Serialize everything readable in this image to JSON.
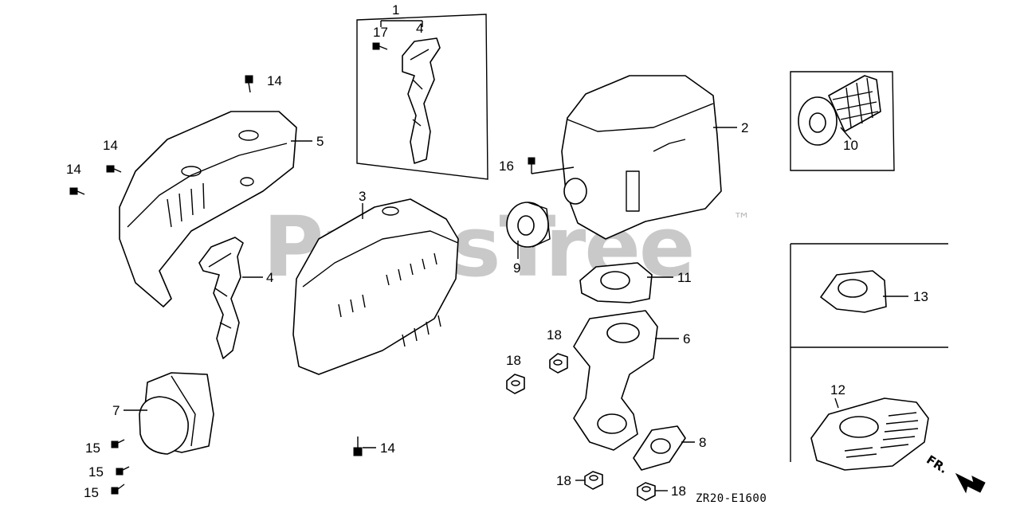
{
  "watermark": {
    "text": "PartsTree",
    "trademark": "™"
  },
  "diagram_code": "ZR20-E1600",
  "front_indicator": "FR.",
  "callouts": {
    "c1": "1",
    "c2": "2",
    "c3": "3",
    "c4a": "4",
    "c4b": "4",
    "c5": "5",
    "c6": "6",
    "c7": "7",
    "c8": "8",
    "c9": "9",
    "c10": "10",
    "c11": "11",
    "c12": "12",
    "c13": "13",
    "c14a": "14",
    "c14b": "14",
    "c14c": "14",
    "c14d": "14",
    "c15a": "15",
    "c15b": "15",
    "c15c": "15",
    "c16": "16",
    "c17": "17",
    "c18a": "18",
    "c18b": "18",
    "c18c": "18",
    "c18d": "18"
  },
  "colors": {
    "line": "#000000",
    "watermark": "#c9c9c9"
  }
}
